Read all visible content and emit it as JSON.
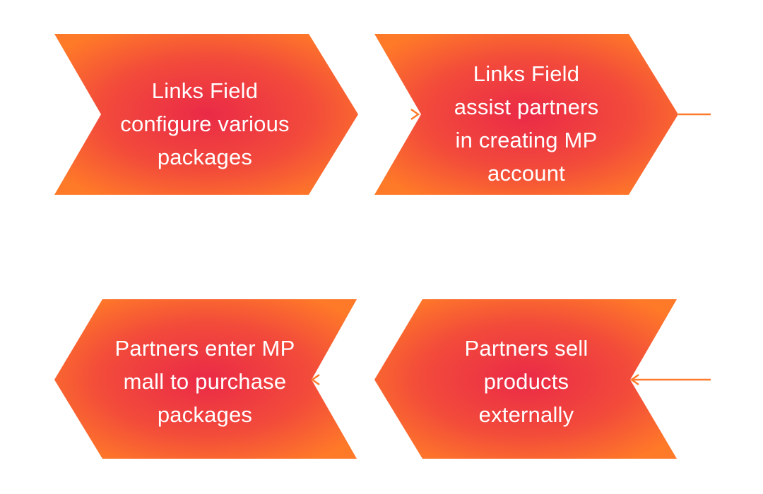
{
  "colors": {
    "shape_center": "#ea2a47",
    "shape_edge": "#ff7a28",
    "connector": "#ff7a2a",
    "connector_center": "#e8334a",
    "label_text": "#ffffff"
  },
  "steps": [
    {
      "id": "step1",
      "direction": "right",
      "lines": [
        "Links Field",
        "configure various",
        "packages"
      ]
    },
    {
      "id": "step2",
      "direction": "right",
      "lines": [
        "Links Field",
        "assist partners",
        "in creating MP",
        "account"
      ]
    },
    {
      "id": "step3",
      "direction": "left",
      "lines": [
        "Partners sell",
        "products",
        "externally"
      ]
    },
    {
      "id": "step4",
      "direction": "left",
      "lines": [
        "Partners enter MP",
        "mall to purchase",
        "packages"
      ]
    }
  ],
  "connectors": [
    {
      "from": "step1",
      "to": "step2"
    },
    {
      "from": "step2",
      "to": "step3"
    },
    {
      "from": "step3",
      "to": "step4"
    }
  ]
}
